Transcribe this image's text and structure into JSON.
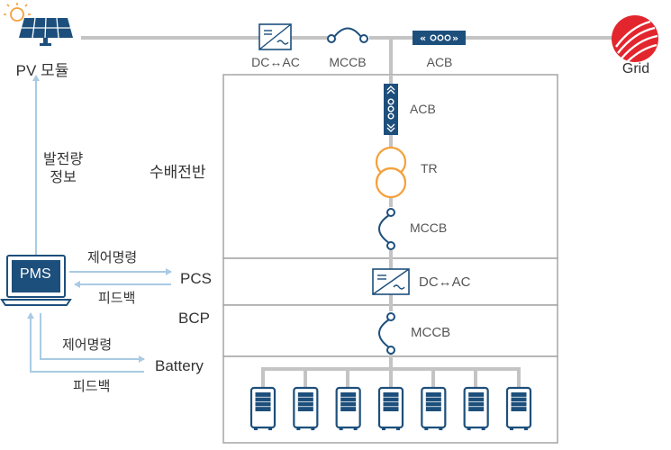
{
  "labels": {
    "pv_module": "PV 모듈",
    "grid": "Grid",
    "top_dc_ac": "DC↔AC",
    "top_mccb": "MCCB",
    "top_acb": "ACB",
    "switchboard": "수배전반",
    "panel_acb": "ACB",
    "tr": "TR",
    "panel_mccb": "MCCB",
    "pcs_dc_ac": "DC↔AC",
    "bcp_mccb": "MCCB",
    "pcs": "PCS",
    "bcp": "BCP",
    "battery": "Battery",
    "pms": "PMS",
    "generation_line1": "발전량",
    "generation_line2": "정보",
    "control_cmd_pcs": "제어명령",
    "feedback_pcs": "피드백",
    "control_cmd_battery": "제어명령",
    "feedback_battery": "피드백"
  },
  "colors": {
    "line": "#c4c4c4",
    "arrow": "#a9cbe3",
    "navy": "#1d4f7c",
    "orange": "#f5a03c",
    "red": "#e3262e",
    "panel_border": "#a5a5a5",
    "text": "#333333"
  },
  "icons": {
    "pv": "solar-panel-icon",
    "grid": "grid-globe-icon",
    "acb": "acb-breaker-icon",
    "mccb": "mccb-breaker-icon",
    "inverter": "inverter-dc-ac-icon",
    "transformer": "transformer-icon",
    "pms": "laptop-icon",
    "battery": "battery-rack-icon"
  },
  "battery_rack_count": 7
}
